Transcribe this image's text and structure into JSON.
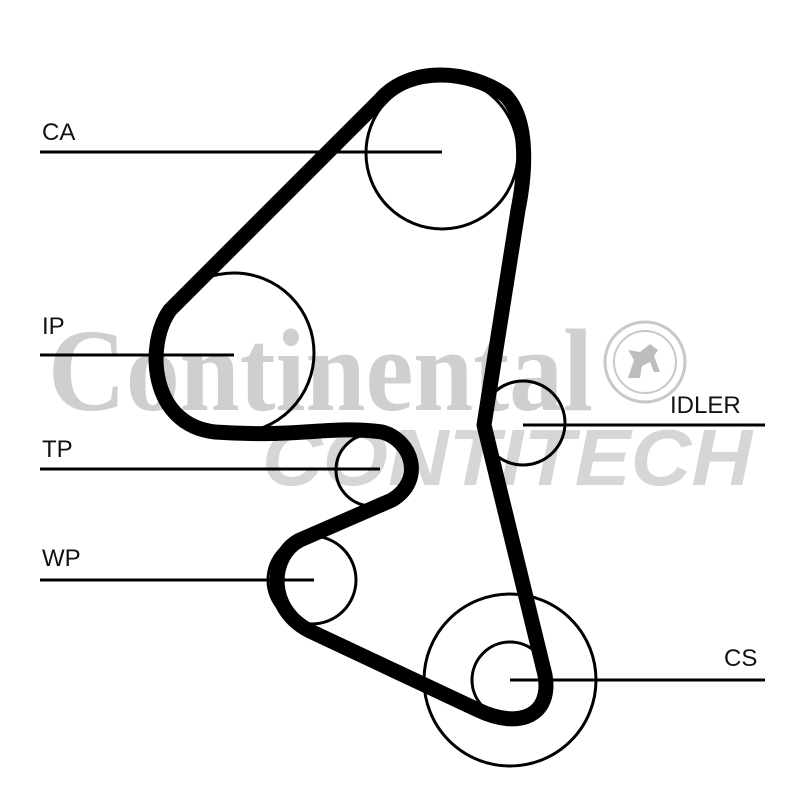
{
  "colors": {
    "belt": "#000000",
    "pulley": "#000000",
    "leader": "#000000",
    "watermark": "#cfcfcf",
    "background": "#ffffff"
  },
  "labels": {
    "ca": "CA",
    "ip": "IP",
    "tp": "TP",
    "wp": "WP",
    "idler": "IDLER",
    "cs": "CS"
  },
  "watermark": {
    "brand": "Continental",
    "division": "CONTITECH",
    "seal_icon": "horse-seal-icon"
  }
}
